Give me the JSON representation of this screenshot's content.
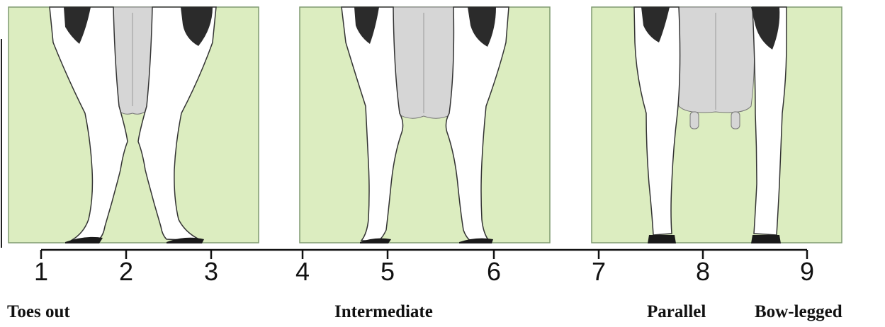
{
  "scale": {
    "ticks": [
      "1",
      "2",
      "3",
      "4",
      "5",
      "6",
      "7",
      "8",
      "9"
    ]
  },
  "categories": {
    "toes_out": "Toes out",
    "intermediate": "Intermediate",
    "parallel": "Parallel",
    "bow_legged": "Bow-legged"
  },
  "colors": {
    "panel_bg": "#dcedc0",
    "panel_border": "#7f9a70",
    "udder": "#d6d6d6",
    "patch": "#2b2b2b",
    "leg": "#ffffff",
    "hoof": "#1a1a1a"
  }
}
